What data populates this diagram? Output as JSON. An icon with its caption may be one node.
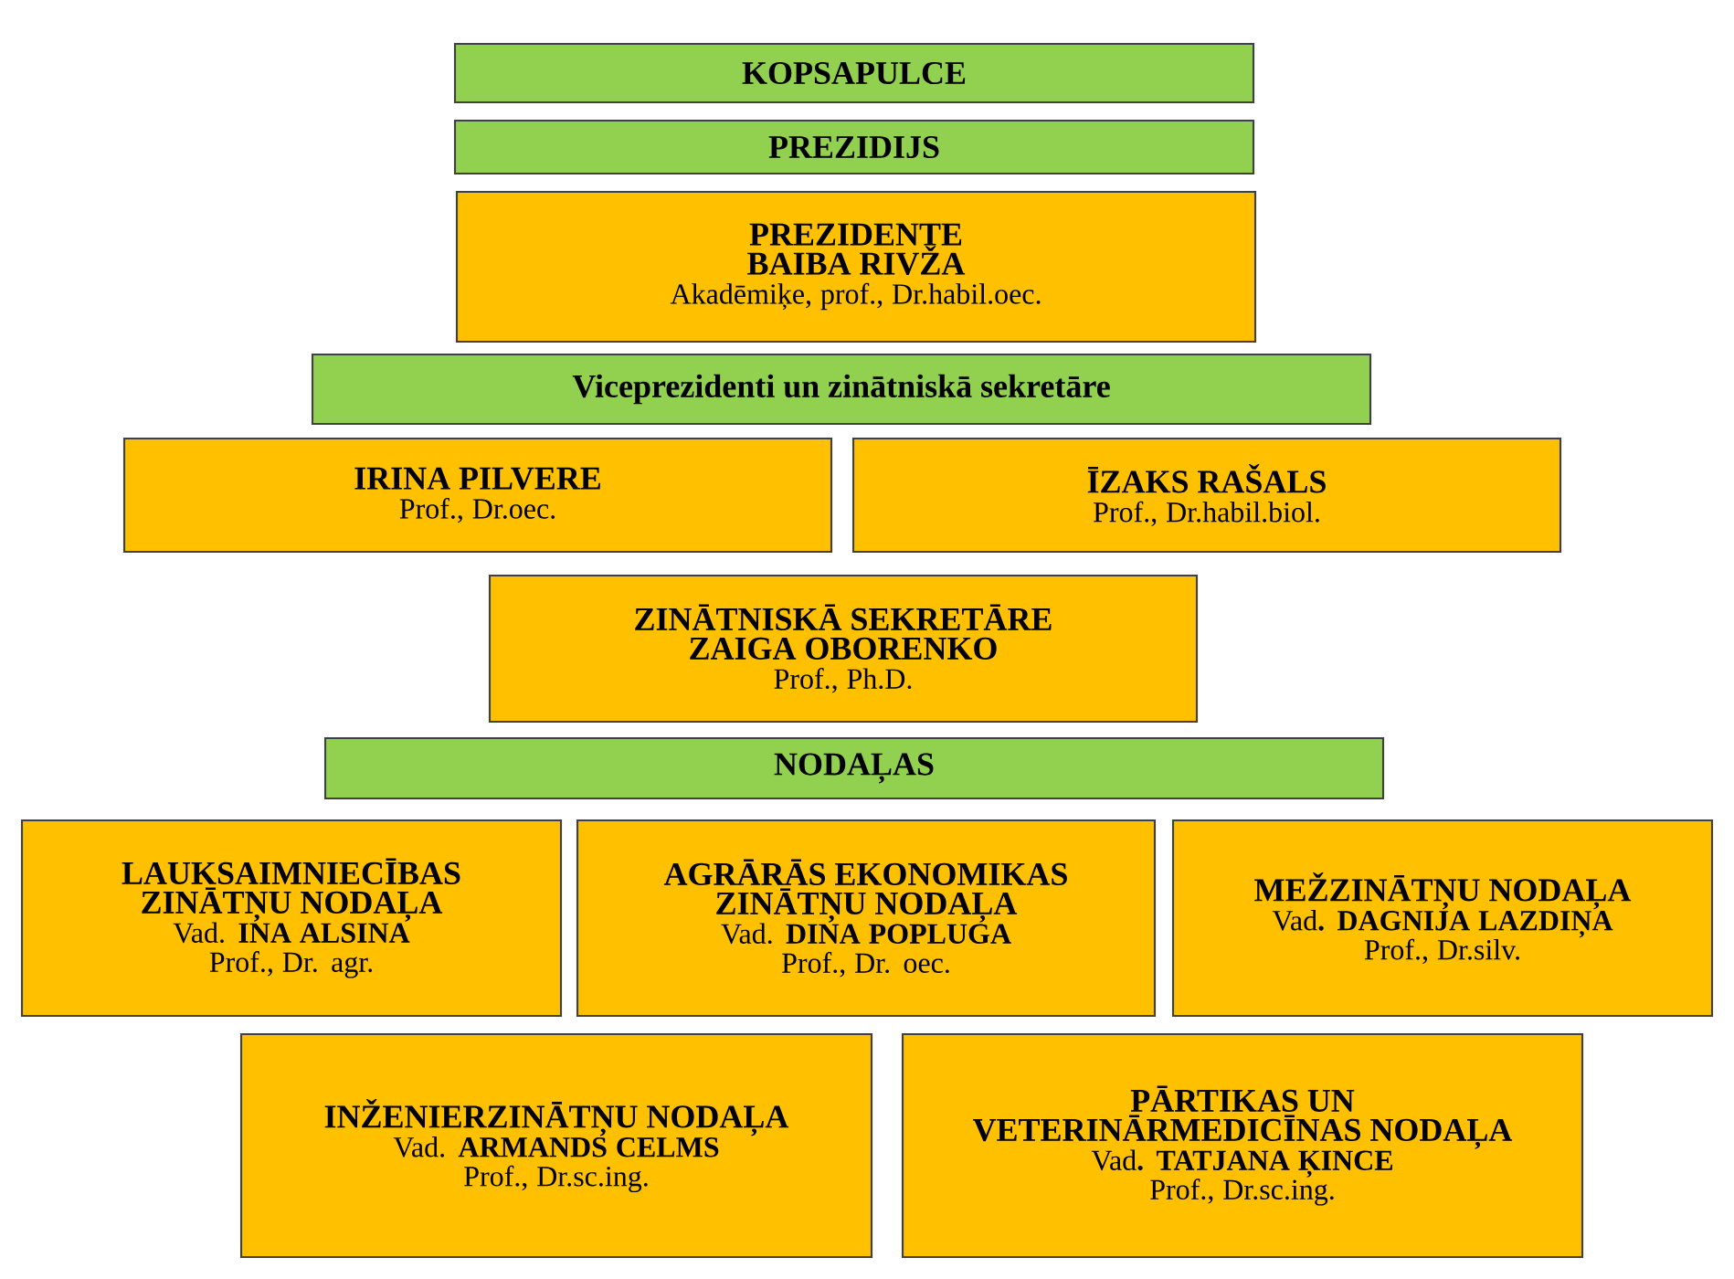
{
  "diagram": {
    "nodes": [
      {
        "text": [
          "KOPSAPULCE"
        ]
      },
      {
        "text": [
          "PREZIDIJS"
        ]
      },
      {
        "text": [
          "PREZIDENTE",
          "BAIBA RIVŽA",
          "Akadēmiķe, prof., Dr.habil.oec."
        ]
      },
      {
        "text": [
          "Viceprezidenti un zinātniskā sekretāre"
        ]
      },
      {
        "text": [
          "IRINA PILVERE",
          "Prof., Dr.oec."
        ]
      },
      {
        "text": [
          "ĪZAKS RAŠALS",
          "Prof., Dr.habil.biol."
        ]
      },
      {
        "text": [
          "ZINĀTNISKĀ SEKRETĀRE",
          "ZAIGA OBORENKO",
          "Prof., Ph.D."
        ]
      },
      {
        "text": [
          "NODAĻAS"
        ]
      },
      {
        "text": [
          "LAUKSAIMNIECĪBAS ZINĀTŅU NODAĻA",
          "Vad. **INA ALSINA**",
          "Prof., Dr. agr."
        ]
      },
      {
        "text": [
          "AGRĀRĀS EKONOMIKAS ZINĀTŅU NODAĻA",
          "Vad. **DINA POPLUGA**",
          "Prof., Dr. oec."
        ]
      },
      {
        "text": [
          "MEŽZINĀTŅU NODAĻA",
          "Vad**. DAGNIJA LAZDIŅA**",
          "Prof., Dr.silv."
        ]
      },
      {
        "text": [
          "INŽENIERZINĀTŅU NODAĻA",
          "Vad. **ARMANDS CELMS**",
          "Prof., Dr.sc.ing."
        ]
      },
      {
        "text": [
          "PĀRTIKAS UN VETERINĀRMEDICĪNAS NODAĻA",
          "Vad**. TATJANA ĶINCE**",
          "Prof., Dr.sc.ing."
        ]
      }
    ],
    "edges": []
  }
}
